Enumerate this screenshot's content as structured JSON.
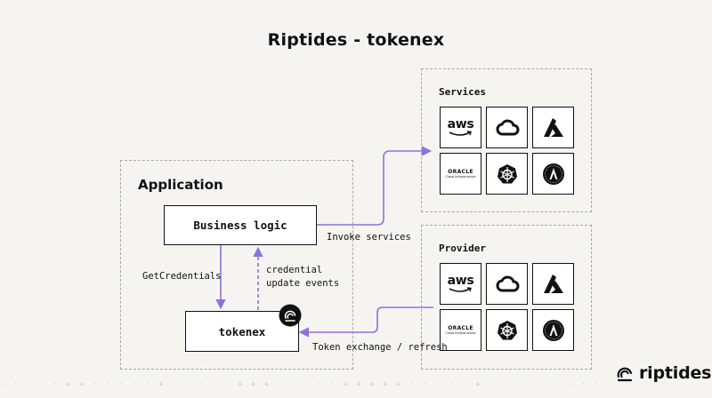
{
  "title": "Riptides - tokenex",
  "application": {
    "label": "Application",
    "business_logic": "Business logic",
    "tokenex": "tokenex"
  },
  "services": {
    "label": "Services",
    "tiles": [
      {
        "icon": "aws-icon",
        "text": "aws"
      },
      {
        "icon": "google-cloud-icon",
        "text": ""
      },
      {
        "icon": "azure-icon",
        "text": ""
      },
      {
        "icon": "oracle-cloud-icon",
        "text": "ORACLE",
        "sub": "Cloud Infrastructure"
      },
      {
        "icon": "kubernetes-icon",
        "text": ""
      },
      {
        "icon": "argo-icon",
        "text": ""
      }
    ]
  },
  "provider": {
    "label": "Provider",
    "tiles": [
      {
        "icon": "aws-icon",
        "text": "aws"
      },
      {
        "icon": "google-cloud-icon",
        "text": ""
      },
      {
        "icon": "azure-icon",
        "text": ""
      },
      {
        "icon": "oracle-cloud-icon",
        "text": "ORACLE",
        "sub": "Cloud Infrastructure"
      },
      {
        "icon": "kubernetes-icon",
        "text": ""
      },
      {
        "icon": "argo-icon",
        "text": ""
      }
    ]
  },
  "edges": {
    "get_credentials": "GetCredentials",
    "credential_update_line1": "credential",
    "credential_update_line2": "update events",
    "invoke_services": "Invoke services",
    "token_exchange": "Token exchange / refresh"
  },
  "brand": {
    "name": "riptides",
    "accent": "#8b73dc"
  }
}
